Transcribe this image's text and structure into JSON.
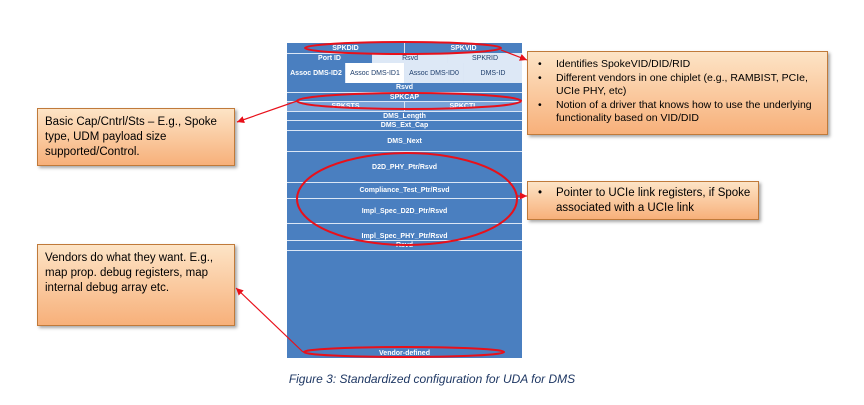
{
  "register": {
    "row1": {
      "left": "SPKDID",
      "right": "SPKVID"
    },
    "row2": {
      "left": "Port ID",
      "mid": "Rsvd",
      "right": "SPKRID"
    },
    "row3": [
      "Assoc DMS-ID2",
      "Assoc DMS-ID1",
      "Assoc DMS-ID0",
      "DMS-ID"
    ],
    "rsvd1": "Rsvd",
    "spkcap": "SPKCAP",
    "row_sts": {
      "left": "SPKSTS",
      "right": "SPKCTL"
    },
    "dms_length": "DMS_Length",
    "dms_ext_cap": "DMS_Ext_Cap",
    "dms_next": "DMS_Next",
    "d2d_phy": "D2D_PHY_Ptr/Rsvd",
    "compliance": "Compliance_Test_Ptr/Rsvd",
    "impl_d2d": "Impl_Spec_D2D_Ptr/Rsvd",
    "impl_phy": "Impl_Spec_PHY_Ptr/Rsvd",
    "rsvd2": "Rsvd",
    "vendor": "Vendor-defined"
  },
  "callouts": {
    "spoke_ids": [
      "Identifies SpokeVID/DID/RID",
      "Different vendors in one chiplet (e.g., RAMBIST, PCIe, UCIe PHY, etc)",
      "Notion of a driver that knows how to use the underlying functionality based on VID/DID"
    ],
    "basic_cap": "Basic Cap/Cntrl/Sts – E.g., Spoke type, UDM payload size supported/Control.",
    "pointer": "Pointer to UCIe link registers, if Spoke associated with a UCIe link",
    "vendors": "Vendors do what they want. E.g., map prop. debug registers, map internal debug array etc."
  },
  "caption": "Figure 3: Standardized configuration for UDA for DMS",
  "colors": {
    "register_blue": "#4a7fc0",
    "note_fill": "#f9c89b",
    "ellipse_red": "#e8101a"
  }
}
